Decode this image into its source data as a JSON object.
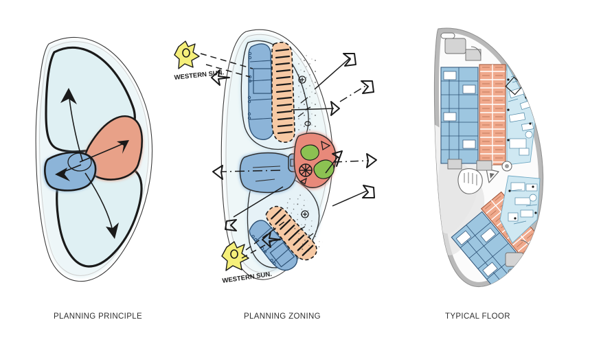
{
  "sheet": {
    "title": "Planning diagrams sheet",
    "background_color": "#ffffff"
  },
  "palette": {
    "pale_blue": "#dff0f3",
    "mid_blue": "#8cb4d8",
    "deep_blue_line": "#2b4f73",
    "salmon": "#e8a188",
    "salmon_soft": "#f3c2a5",
    "orange_band": "#f6c9a4",
    "green": "#8cc152",
    "grey_plan": "#b9b9b9",
    "grey_dark": "#7d7d7d",
    "ink": "#1a1a1a",
    "sun_yellow": "#f5ef7a",
    "caption_grey": "#2f2f2f"
  },
  "panels": [
    {
      "id": "planning-principle",
      "caption": "PLANNING PRINCIPLE",
      "description": "Hand sketch of leaf shaped site with two pale blue wings, a salmon wedge and a blue core, with three bold movement arrows",
      "zones": [
        {
          "name": "north-wing",
          "color": "#dff0f3",
          "label": ""
        },
        {
          "name": "south-wing",
          "color": "#dff0f3",
          "label": ""
        },
        {
          "name": "central-wedge",
          "color": "#e8a188",
          "label": ""
        },
        {
          "name": "core-block",
          "color": "#8cb4d8",
          "label": ""
        }
      ],
      "arrows": [
        {
          "name": "arrow-north",
          "direction": "up-left"
        },
        {
          "name": "arrow-east",
          "direction": "up-right"
        },
        {
          "name": "arrow-west",
          "direction": "left"
        },
        {
          "name": "arrow-south",
          "direction": "down"
        }
      ]
    },
    {
      "id": "planning-zoning",
      "caption": "PLANNING ZONING",
      "description": "Zoning sketch with ward bars, orange bedroom combs, blue support blocks, red central courtyard with green planting and radiating view arrows",
      "annotations": [
        {
          "name": "sun-note-upper",
          "text": "WESTERN SUN.",
          "symbol": "sun-burst",
          "color": "#f5ef7a"
        },
        {
          "name": "sun-note-lower",
          "text": "WESTERN SUN.",
          "symbol": "sun-burst",
          "color": "#f5ef7a"
        }
      ],
      "zones": [
        {
          "name": "upper-ward-bar",
          "color": "#8cb4d8"
        },
        {
          "name": "upper-bedroom-comb",
          "color": "#f6c9a4"
        },
        {
          "name": "lower-ward-bar",
          "color": "#8cb4d8"
        },
        {
          "name": "lower-bedroom-comb",
          "color": "#f6c9a4"
        },
        {
          "name": "entrance-core",
          "color": "#8cb4d8"
        },
        {
          "name": "central-courtyard",
          "color": "#e8897a"
        },
        {
          "name": "courtyard-planting",
          "color": "#8cc152"
        }
      ],
      "arrows": [
        {
          "name": "view-arrow-ne",
          "direction": "north-east"
        },
        {
          "name": "view-arrow-e-upper",
          "direction": "east"
        },
        {
          "name": "view-arrow-e-mid",
          "direction": "east"
        },
        {
          "name": "view-arrow-se",
          "direction": "south-east"
        },
        {
          "name": "view-arrow-w",
          "direction": "west"
        },
        {
          "name": "view-arrow-sw",
          "direction": "south-west"
        },
        {
          "name": "sun-arrow-upper",
          "direction": "south-west"
        },
        {
          "name": "sun-arrow-lower",
          "direction": "south-west"
        },
        {
          "name": "courtyard-arrow",
          "direction": "north-east"
        }
      ]
    },
    {
      "id": "typical-floor",
      "caption": "TYPICAL FLOOR",
      "description": "CAD typical floor plan of lens shaped building with grey perimeter, blue clinical wings, salmon bedroom strips and pale blue open plan zones around a central atrium",
      "zones": [
        {
          "name": "perimeter-band",
          "color": "#b9b9b9"
        },
        {
          "name": "upper-clinical-wing",
          "color": "#9dc6e0"
        },
        {
          "name": "upper-bedroom-strip",
          "color": "#f0a98c"
        },
        {
          "name": "upper-open-plan",
          "color": "#cfe8f2"
        },
        {
          "name": "lower-clinical-wing",
          "color": "#9dc6e0"
        },
        {
          "name": "lower-bedroom-strip",
          "color": "#f0a98c"
        },
        {
          "name": "lower-open-plan",
          "color": "#cfe8f2"
        },
        {
          "name": "central-atrium",
          "color": "#f2f2f2"
        },
        {
          "name": "stair-core",
          "color": "#ffffff"
        }
      ]
    }
  ]
}
